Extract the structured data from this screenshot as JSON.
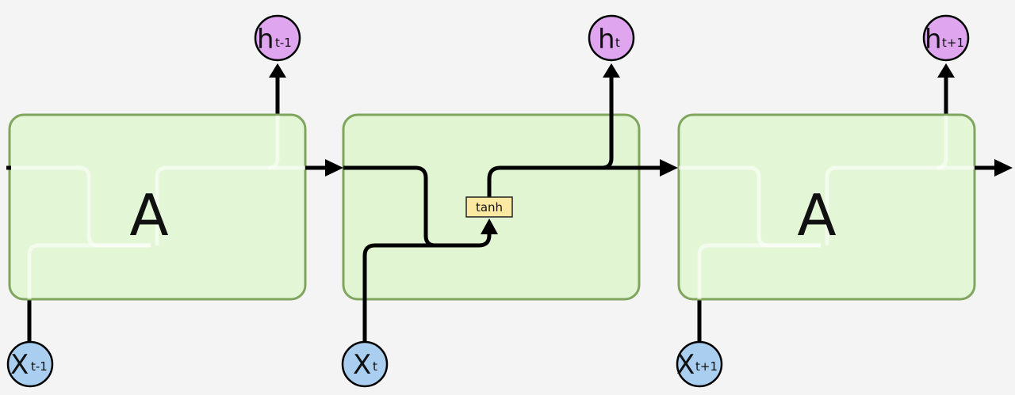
{
  "cells": [
    {
      "label": "A"
    },
    {
      "label": ""
    },
    {
      "label": "A"
    }
  ],
  "operation": {
    "label": "tanh"
  },
  "inputs": [
    {
      "main": "X",
      "sub": "t-1"
    },
    {
      "main": "X",
      "sub": "t"
    },
    {
      "main": "X",
      "sub": "t+1"
    }
  ],
  "outputs": [
    {
      "main": "h",
      "sub": "t-1"
    },
    {
      "main": "h",
      "sub": "t"
    },
    {
      "main": "h",
      "sub": "t+1"
    }
  ],
  "colors": {
    "background": "#f4f4f4",
    "cell_fill": "#e1f5d3",
    "cell_border": "#7fa55e",
    "input_node": "#a9cef0",
    "output_node": "#dfa6ef",
    "operation_fill": "#fbe9a1",
    "wire": "#000000"
  }
}
